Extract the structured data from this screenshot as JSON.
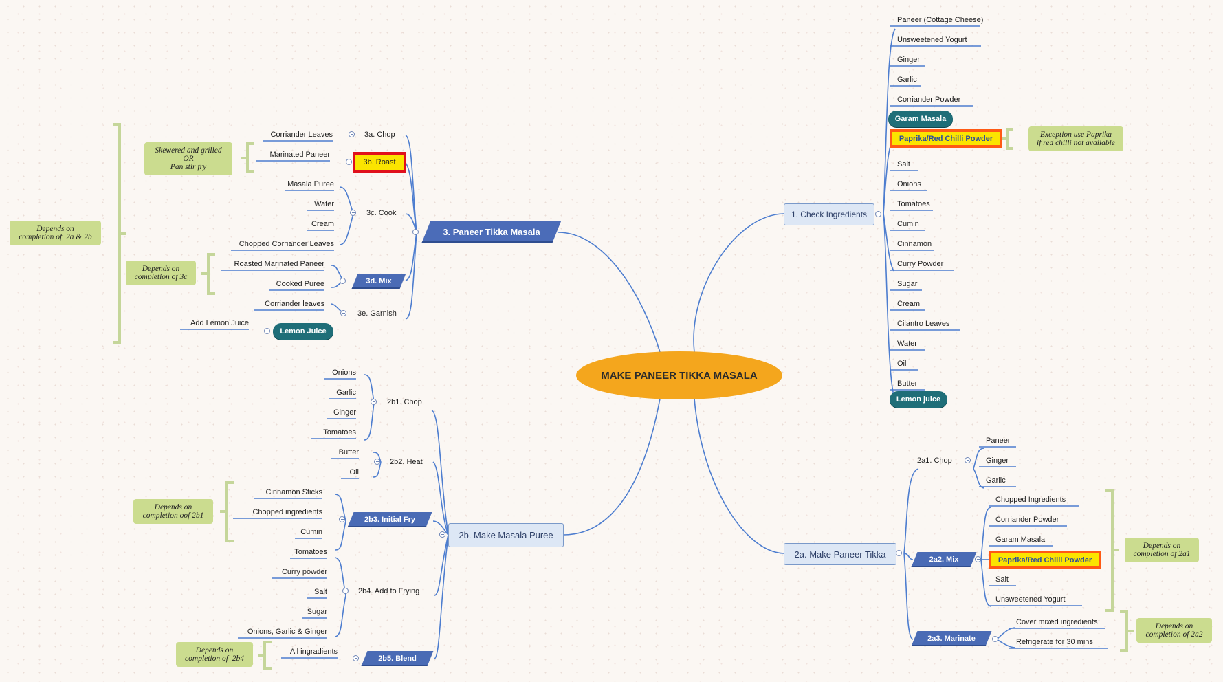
{
  "root": "MAKE PANEER TIKKA MASALA",
  "colors": {
    "connector": "#4d7dcf",
    "root_fill": "#f4a61d",
    "subtopic_fill": "#4a6bb5",
    "oval_fill": "#1f6e78",
    "highlight_fill": "#fbe400",
    "highlight_border": "#ff5a14",
    "note_fill": "#cbdc8f",
    "bracket": "#c5d69a"
  },
  "check": {
    "title": "1. Check Ingredients",
    "items": [
      "Paneer (Cottage Cheese)",
      "Unsweetened Yogurt",
      "Ginger",
      "Garlic",
      "Corriander Powder",
      "Garam Masala",
      "Paprika/Red Chilli Powder",
      "Salt",
      "Onions",
      "Tomatoes",
      "Cumin",
      "Cinnamon",
      "Curry Powder",
      "Sugar",
      "Cream",
      "Cilantro Leaves",
      "Water",
      "Oil",
      "Butter",
      "Lemon juice"
    ],
    "note": "Exception use Paprika\nif red chilli not available"
  },
  "tikka": {
    "title": "2a. Make Paneer Tikka",
    "chop": {
      "label": "2a1. Chop",
      "items": [
        "Paneer",
        "Ginger",
        "Garlic"
      ]
    },
    "mix": {
      "label": "2a2. Mix",
      "items": [
        "Chopped Ingredients",
        "Corriander Powder",
        "Garam Masala",
        "Paprika/Red Chilli Powder",
        "Salt",
        "Unsweetened Yogurt"
      ]
    },
    "marinate": {
      "label": "2a3. Marinate",
      "items": [
        "Cover mixed ingredients",
        "Refrigerate for 30 mins"
      ]
    },
    "note_mix": "Depends on\ncompletion of 2a1",
    "note_marinate": "Depends on\ncompletion of 2a2"
  },
  "puree": {
    "title": "2b. Make Masala Puree",
    "chop": {
      "label": "2b1. Chop",
      "items": [
        "Onions",
        "Garlic",
        "Ginger",
        "Tomatoes"
      ]
    },
    "heat": {
      "label": "2b2. Heat",
      "items": [
        "Butter",
        "Oil"
      ]
    },
    "fry": {
      "label": "2b3. Initial Fry",
      "items": [
        "Cinnamon Sticks",
        "Chopped ingredients",
        "Cumin"
      ]
    },
    "add": {
      "label": "2b4. Add to Frying",
      "items": [
        "Tomatoes",
        "Curry powder",
        "Salt",
        "Sugar",
        "Onions, Garlic & Ginger"
      ]
    },
    "blend": {
      "label": "2b5. Blend",
      "items": [
        "All ingradients"
      ]
    },
    "note_fry": "Depends on\ncompletion oof 2b1",
    "note_blend": "Depends on\ncompletion of  2b4"
  },
  "masala": {
    "title": "3. Paneer Tikka Masala",
    "chop": {
      "label": "3a. Chop",
      "items": [
        "Corriander Leaves"
      ]
    },
    "roast": {
      "label": "3b. Roast",
      "items": [
        "Marinated Paneer"
      ]
    },
    "cook": {
      "label": "3c. Cook",
      "items": [
        "Masala Puree",
        "Water",
        "Cream",
        "Chopped Corriander Leaves"
      ]
    },
    "mix": {
      "label": "3d. Mix",
      "items": [
        "Roasted Marinated Paneer",
        "Cooked Puree"
      ]
    },
    "garnish": {
      "label": "3e. Garnish",
      "items": [
        "Corriander leaves",
        "Lemon Juice"
      ],
      "sub": "Add Lemon Juice"
    },
    "note_roast": "Skewered and grilled\nOR\nPan stir fry",
    "note_mix": "Depends on\ncompletion of 3c",
    "note_all": "Depends on\ncompletion of  2a & 2b"
  }
}
